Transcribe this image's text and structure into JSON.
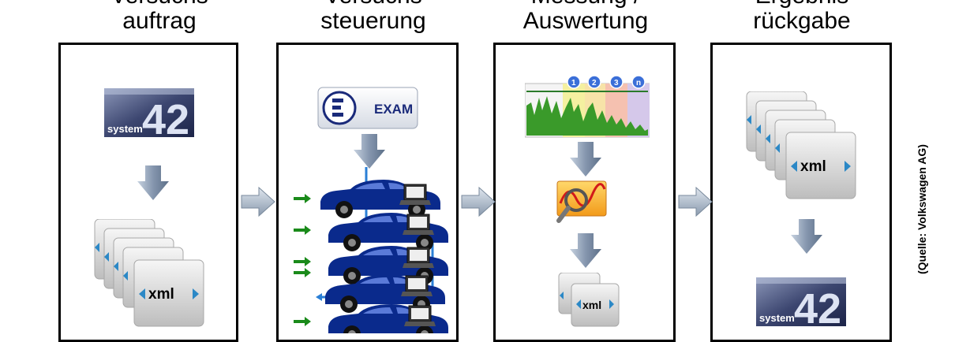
{
  "columns": [
    {
      "title_line1": "Versuchs",
      "title_line2": "auftrag"
    },
    {
      "title_line1": "Versuchs",
      "title_line2": "steuerung"
    },
    {
      "title_line1": "Messung /",
      "title_line2": "Auswertung"
    },
    {
      "title_line1": "Ergebnis",
      "title_line2": "rückgabe"
    }
  ],
  "system42": {
    "word": "system",
    "number": "42"
  },
  "xml_label": "xml",
  "exam_label": "EXAM",
  "chart_markers": [
    "1",
    "2",
    "3",
    "n"
  ],
  "source_note": "(Quelle: Volkswagen AG)",
  "colors": {
    "car_blue": "#0a2a8c",
    "arrow_green": "#1a8a1a",
    "line_blue": "#2a7fd6",
    "arrow_gray": "#8a9aae"
  }
}
